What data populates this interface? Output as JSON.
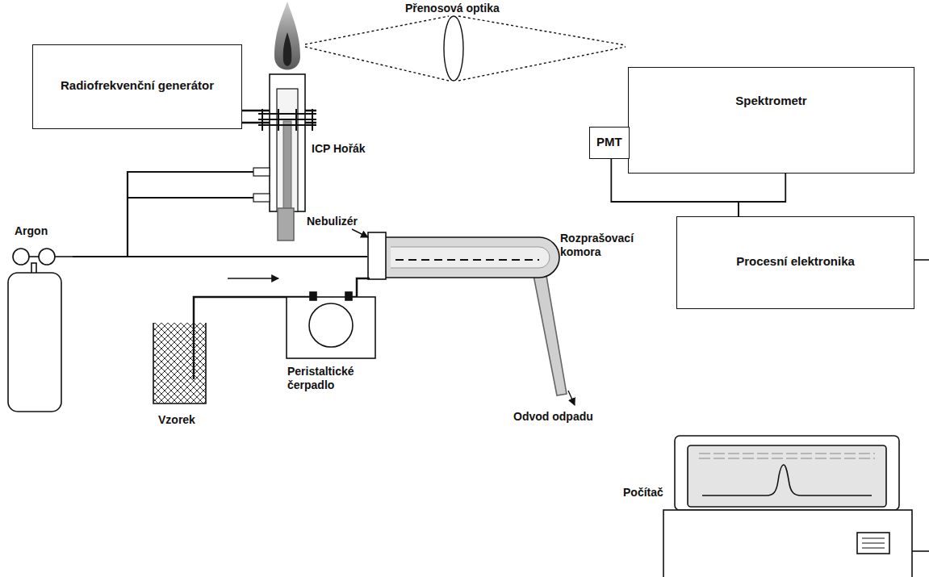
{
  "diagram": {
    "nodes": [
      {
        "text": [
          "Radiofrekvenční generátor"
        ]
      },
      {
        "text": [
          "Spektrometr"
        ]
      },
      {
        "text": [
          "PMT"
        ]
      },
      {
        "text": [
          "Procesní elektronika"
        ]
      }
    ],
    "edges": [
      {
        "from": 2,
        "to": 3,
        "arrow": "none"
      },
      {
        "from": 1,
        "to": 3,
        "arrow": "none"
      }
    ],
    "labels": [
      "Přenosová optika",
      "ICP Hořák",
      "Nebulizér",
      "Argon",
      "Rozprašovací komora",
      "Vzorek",
      "Peristaltické čerpadlo",
      "Odvod odpadu",
      "Počítač"
    ]
  }
}
